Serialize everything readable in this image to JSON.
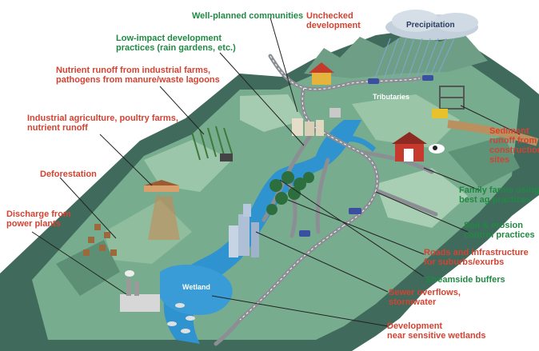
{
  "labels": {
    "well_planned": "Well-planned communities",
    "unchecked": "Unchecked\ndevelopment",
    "precipitation": "Precipitation",
    "low_impact": "Low-impact development\npractices (rain gardens, etc.)",
    "nutrient_runoff": "Nutrient runoff from industrial farms,\npathogens from manure/waste lagoons",
    "industrial_ag": "Industrial agriculture, poultry farms,\nnutrient runoff",
    "tributaries": "Tributaries",
    "sediment": "Sediment\nrunoff from\nconstruction\nsites",
    "deforestation": "Deforestation",
    "family_farms": "Family farms using\nbest ag practices",
    "discharge": "Discharge from\npower plants",
    "soil_erosion": "Soil & erosion\ncontrol practices",
    "roads": "Roads and infrastructure\nfor suburbs/exurbs",
    "streamside": "Streamside buffers",
    "wetland": "Wetland",
    "sewer": "Sewer overflows,\nstormwater",
    "development_wetlands": "Development\nnear sensitive wetlands"
  },
  "colors": {
    "red_label": "#d8412f",
    "green_label": "#1f8a43",
    "water": "#2f93d0",
    "background": "#ffffff"
  }
}
